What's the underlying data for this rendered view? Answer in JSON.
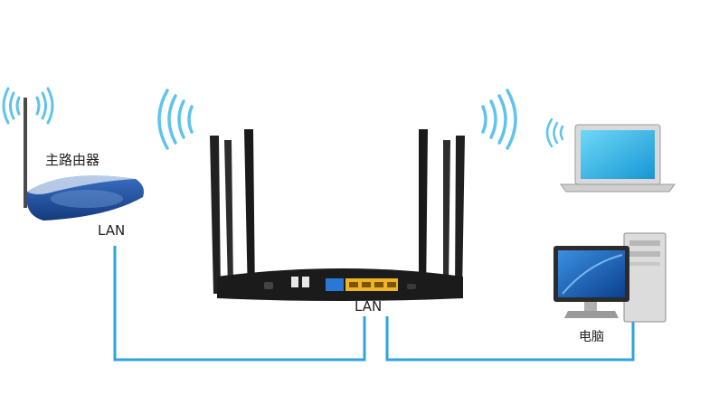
{
  "labels": {
    "main_router": "主路由器",
    "lan_left": "LAN",
    "lan_center": "LAN",
    "computer": "电脑"
  },
  "icons": {
    "main_router": "wireless-router-icon",
    "router": "multi-antenna-router-icon",
    "laptop": "laptop-icon",
    "desktop": "desktop-computer-icon",
    "wifi": "wifi-signal-icon"
  },
  "colors": {
    "cable": "#2ea3e3",
    "wifi": "#5fc3ee",
    "router_body": "#1b1b1b",
    "lan_ports": "#f0b323",
    "wan_port": "#2a78d6",
    "main_router_body": "#1f4d9a",
    "screen": "#2bb8ea"
  }
}
